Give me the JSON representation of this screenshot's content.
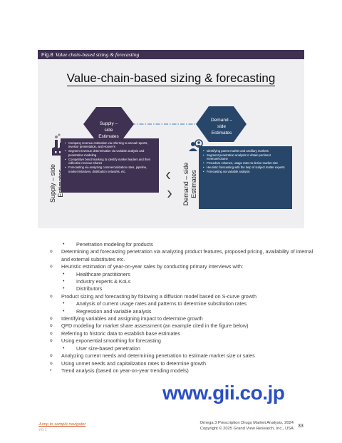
{
  "figure": {
    "number": "Fig.8",
    "caption": "Value chain-based sizing & forecasting",
    "title": "Value-chain-based sizing & forecasting",
    "supply_hex": [
      "Supply – side",
      "Estimates"
    ],
    "demand_hex": [
      "Demand –",
      "side",
      "Estimates"
    ],
    "supply_vertical": [
      "Supply – side",
      "Estimates"
    ],
    "demand_vertical": [
      "Demand – side",
      "Estimates"
    ],
    "supply_items": [
      "Company revenue estimation via referring to annual reports, investor presentation, and Hoover's",
      "Segment revenue determination via variable analysis and penetration modeling",
      "Competitive benchmarking to identify market leaders and their collective revenue shares",
      "Forecasting via analyzing commercialization rates, pipeline, market initiatives, distribution networks, etc."
    ],
    "demand_items": [
      "Identifying parent market and ancillary markets",
      "Segment penetration analysis to obtain pertinent revenue/volume",
      "Procedure volumes, usage rates to derive market size",
      "Heuristic forecasting with the help of subject matter experts",
      "Forecasting via variable analysis"
    ],
    "colors": {
      "band": "#3e3152",
      "supply": "#3e3152",
      "demand": "#27466a",
      "connector": "#3a78c4"
    }
  },
  "bullets": [
    {
      "level": 2,
      "marker": "•",
      "text": "Penetration modeling for products"
    },
    {
      "level": 1,
      "marker": "o",
      "text": "Determining and forecasting penetration via analyzing product features, proposed pricing, availability of internal and external substitutes etc."
    },
    {
      "level": 1,
      "marker": "o",
      "text": "Heuristic estimation of year-on-year sales by conducting primary interviews with:"
    },
    {
      "level": 2,
      "marker": "•",
      "text": "Healthcare practitioners"
    },
    {
      "level": 2,
      "marker": "•",
      "text": "Industry experts & KoLs"
    },
    {
      "level": 2,
      "marker": "•",
      "text": "Distributors"
    },
    {
      "level": 1,
      "marker": "o",
      "text": "Product sizing and forecasting by following a diffusion model based on S-curve growth"
    },
    {
      "level": 2,
      "marker": "•",
      "text": "Analysis of current usage rates and patterns to determine substitution rates"
    },
    {
      "level": 2,
      "marker": "•",
      "text": "Regression and variable analysis"
    },
    {
      "level": 1,
      "marker": "o",
      "text": "Identifying variables and assigning impact to determine growth"
    },
    {
      "level": 1,
      "marker": "o",
      "text": "QFD modeling for market share assessment (an example cited in the figure below)"
    },
    {
      "level": 1,
      "marker": "o",
      "text": "Referring to historic data to establish base estimates"
    },
    {
      "level": 1,
      "marker": "o",
      "text": "Using exponential smoothing for forecasting"
    },
    {
      "level": 2,
      "marker": "•",
      "text": "User size-based penetration"
    },
    {
      "level": 1,
      "marker": "o",
      "text": "Analyzing current needs and determining penetration to estimate market size or sales"
    },
    {
      "level": 1,
      "marker": "o",
      "text": "Using unmet needs and capitalization rates to determine growth"
    },
    {
      "level": 1,
      "marker": "•",
      "text": "Trend analysis (based on year-on-year trending models)"
    }
  ],
  "watermark": "www.gii.co.jp",
  "footer": {
    "link": "Jump to sample navigator",
    "version": "V0.1",
    "report": "Omega 3 Prescription Drugs Market Analysis, 2024",
    "copyright": "Copyright © 2025 Grand View Research, Inc., USA",
    "page": "33"
  }
}
